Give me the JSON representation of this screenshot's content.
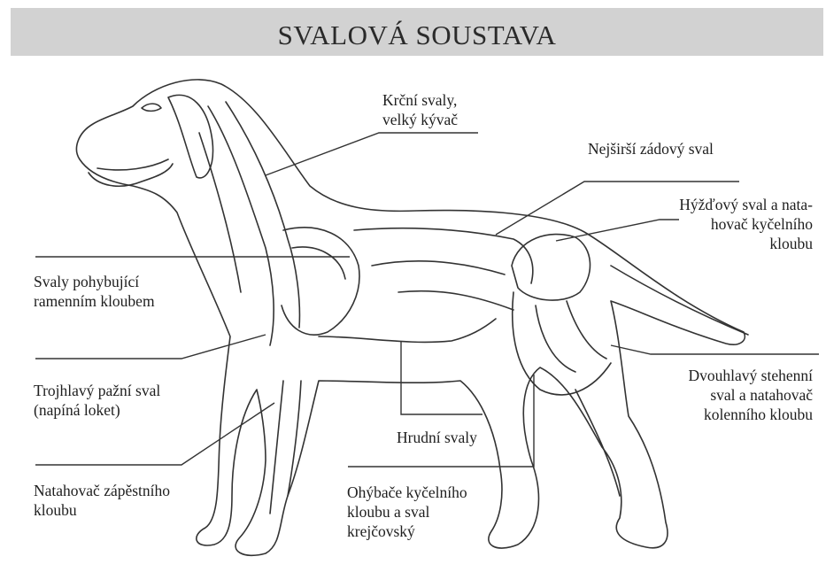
{
  "title": "SVALOVÁ SOUSTAVA",
  "labels": {
    "krcni_l1": "Krční svaly,",
    "krcni_l2": "velký kývač",
    "zadovy": "Nejširší zádový sval",
    "hyzdovy_l1": "Hýžďový sval a nata-",
    "hyzdovy_l2": "hovač kyčelního",
    "hyzdovy_l3": "kloubu",
    "ramenni_l1": "Svaly pohybující",
    "ramenni_l2": "ramenním kloubem",
    "trojhlavy_l1": "Trojhlavý pažní sval",
    "trojhlavy_l2": "(napíná loket)",
    "dvouhlavy_l1": "Dvouhlavý stehenní",
    "dvouhlavy_l2": "sval a natahovač",
    "dvouhlavy_l3": "kolenního kloubu",
    "hrudni": "Hrudní svaly",
    "zapestni_l1": "Natahovač zápěstního",
    "zapestni_l2": "kloubu",
    "ohybace_l1": "Ohýbače kyčelního",
    "ohybace_l2": "kloubu a sval",
    "ohybace_l3": "krejčovský"
  }
}
